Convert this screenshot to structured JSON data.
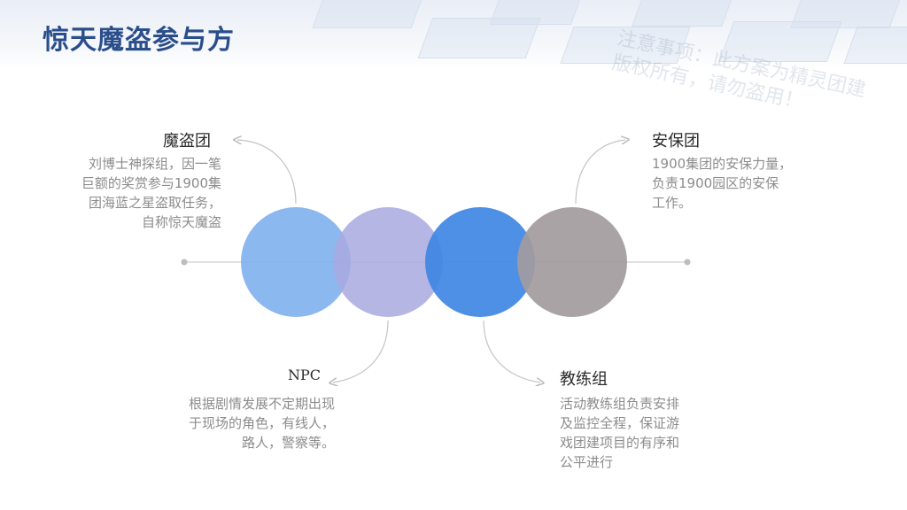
{
  "title": "惊天魔盗参与方",
  "watermark": {
    "line1": "注意事项：此方案为精灵团建",
    "line2": "版权所有，请勿盗用！"
  },
  "groups": [
    {
      "name": "魔盗团",
      "lines": [
        "刘博士神探组，因一笔",
        "巨额的奖赏参与1900集",
        "团海蓝之星盗取任务，",
        "自称惊天魔盗"
      ],
      "color": "#7fb0ee"
    },
    {
      "name": "NPC",
      "lines": [
        "根据剧情发展不定期出现",
        "于现场的角色，有线人，",
        "路人，警察等。"
      ],
      "color": "#a9a9e0"
    },
    {
      "name": "教练组",
      "lines": [
        "活动教练组负责安排",
        "及监控全程，保证游",
        "戏团建项目的有序和",
        "公平进行"
      ],
      "color": "#3f87e3"
    },
    {
      "name": "安保团",
      "lines": [
        "1900集团的安保力量，",
        "负责1900园区的安保",
        "工作。"
      ],
      "color": "#a39b9e"
    }
  ]
}
